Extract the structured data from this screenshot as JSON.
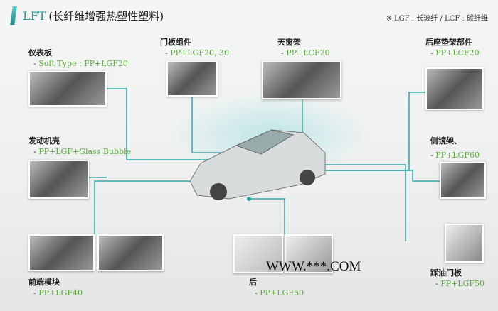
{
  "header": {
    "title_prefix": "LFT",
    "title_rest": "(长纤维增强热塑性塑料)",
    "note": "※ LGF : 长玻纤 / LCF : 碳纤维"
  },
  "parts": [
    {
      "name": "仪表板",
      "spec": "Soft Type : PP+LGF20"
    },
    {
      "name": "门板组件",
      "spec": "PP+LGF20, 30"
    },
    {
      "name": "天窗架",
      "spec": "PP+LCF20"
    },
    {
      "name": "后座垫架部件",
      "spec": "PP+LCF20"
    },
    {
      "name": "发动机壳",
      "spec": "PP+LGF+Glass Bubble"
    },
    {
      "name": "侧镜架、",
      "spec": "PP+LGF60"
    },
    {
      "name": "前端模块",
      "spec": "PP+LGF40"
    },
    {
      "name": "后",
      "spec": "PP+LGF50"
    },
    {
      "name": "踩油门板",
      "spec": "PP+LGF50"
    }
  ],
  "watermark": "WWW.***.COM",
  "colors": {
    "accent": "#2a9a9a",
    "spec": "#5aaa3a"
  }
}
